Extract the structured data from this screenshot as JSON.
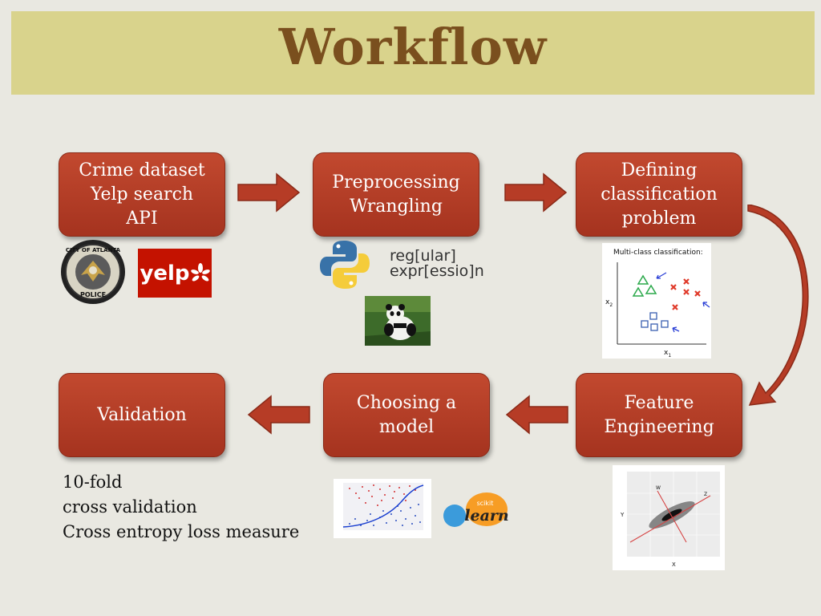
{
  "title": "Workflow",
  "boxes": {
    "data_source": "Crime dataset\nYelp search\nAPI",
    "preprocessing": "Preprocessing\nWrangling",
    "defining": "Defining\nclassification\nproblem",
    "feature": "Feature\nEngineering",
    "model": "Choosing a\nmodel",
    "validation": "Validation"
  },
  "notes": [
    "10-fold",
    "cross validation",
    "Cross entropy loss measure"
  ],
  "logos": {
    "police_top": "CITY OF ATLANTA",
    "police_bottom": "POLICE",
    "yelp": "yelp",
    "regex_line1": "reg[ular]",
    "regex_line2": "expr[essio]n",
    "sklearn_small": "scikit",
    "sklearn_big": "learn"
  },
  "figures": {
    "classification_title": "Multi-class classification:",
    "x1": "x",
    "x2": "x"
  },
  "colors": {
    "box": "#b63c26",
    "arrow": "#b63c26",
    "banner": "#d9d38c",
    "title": "#7a4f1e"
  }
}
